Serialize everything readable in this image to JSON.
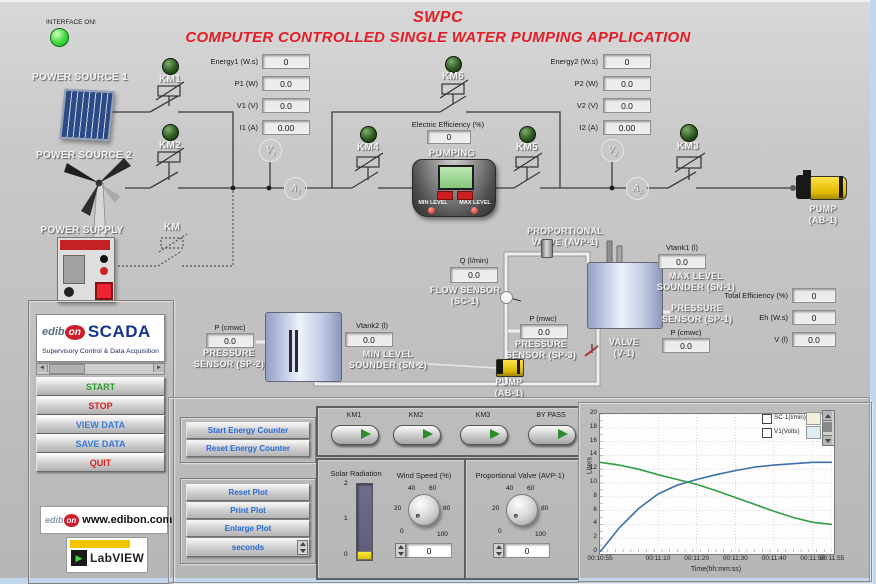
{
  "header": {
    "interface_led_label": "INTERFACE ON!",
    "title_short": "SWPC",
    "title_long": "COMPUTER CONTROLLED SINGLE WATER PUMPING APPLICATION"
  },
  "line1_meters": {
    "energy_label": "Energy1 (W.s)",
    "energy_value": "0",
    "p_label": "P1 (W)",
    "p_value": "0.0",
    "v_label": "V1 (V)",
    "v_value": "0.0",
    "i_label": "I1 (A)",
    "i_value": "0.00"
  },
  "line2_meters": {
    "energy_label": "Energy2 (W.s)",
    "energy_value": "0",
    "p_label": "P2 (W)",
    "p_value": "0.0",
    "v_label": "V2 (V)",
    "v_value": "0.0",
    "i_label": "I2 (A)",
    "i_value": "0.00"
  },
  "circuit": {
    "power_source_1": "POWER SOURCE 1",
    "power_source_2": "POWER SOURCE 2",
    "power_supply": "POWER SUPPLY",
    "km1": "KM1",
    "km2": "KM2",
    "km3": "KM3",
    "km4": "KM4",
    "km5": "KM5",
    "km6": "KM6",
    "km": "KM",
    "v1_meter": "V₁",
    "v2_meter": "V₂",
    "a1_meter": "A₁",
    "a2_meter": "A₂",
    "electric_efficiency_label": "Electric Efficiency (%)",
    "electric_efficiency_value": "0",
    "pumping_controller": "PUMPING CONTROLLER",
    "min_level": "MIN LEVEL",
    "max_level": "MAX LEVEL",
    "pump_right": "PUMP\n(AB-1)"
  },
  "process": {
    "proportional_valve": "PROPORTIONAL\nVALVE (AVP-1)",
    "vtank1_label": "Vtank1 (l)",
    "vtank1_value": "0.0",
    "max_level_sounder": "MAX LEVEL\nSOUNDER (SN-1)",
    "pressure_sp1": "PRESSURE\nSENSOR (SP-1)",
    "p_sp1_label": "P (cmwc)",
    "p_sp1_value": "0.0",
    "valve_v1": "VALVE\n(V-1)",
    "q_label": "Q (l/min)",
    "q_value": "0.0",
    "flow_sensor": "FLOW SENSOR\n(SC-1)",
    "p_sp3_label": "P (mwc)",
    "p_sp3_value": "0.0",
    "pressure_sp3": "PRESSURE\nSENSOR (SP-3)",
    "pump_bottom": "PUMP\n(AB-1)",
    "vtank2_label": "Vtank2 (l)",
    "vtank2_value": "0.0",
    "min_level_sounder": "MIN LEVEL\nSOUNDER (SN-2)",
    "p_sp2_label": "P (cmwc)",
    "p_sp2_value": "0.0",
    "pressure_sp2": "PRESSURE\nSENSOR (SP-2)",
    "total_efficiency_label": "Total Efficiency (%)",
    "total_efficiency_value": "0",
    "eh_label": "Eh (W.s)",
    "eh_value": "0",
    "v_label": "V (l)",
    "v_value": "0.0"
  },
  "sidebar": {
    "logo_prefix": "edib",
    "logo_on": "on",
    "logo_name": "SCADA",
    "logo_subtitle": "Supervisory Control & Data Acquisition",
    "start": "START",
    "stop": "STOP",
    "view_data": "VIEW DATA",
    "save_data": "SAVE DATA",
    "quit": "QUIT",
    "website": "www.edibon.com",
    "labview": "LabVIEW"
  },
  "controls": {
    "start_energy_counter": "Start Energy Counter",
    "reset_energy_counter": "Reset Energy Counter",
    "reset_plot": "Reset Plot",
    "print_plot": "Print Plot",
    "enlarge_plot": "Enlarge Plot",
    "time_unit": "seconds",
    "km1": "KM1",
    "km2": "KM2",
    "km3": "KM3",
    "bypass": "BY PASS",
    "solar_radiation_label": "Solar Radiation",
    "solar_ticks": [
      "2",
      "1",
      "0"
    ],
    "wind_speed_label": "Wind Speed (%)",
    "wind_speed_value": "0",
    "prop_valve_label": "Proportional Valve (AVP-1)",
    "prop_valve_value": "0",
    "knob_ticks": [
      "0",
      "20",
      "40",
      "60",
      "80",
      "100"
    ]
  },
  "colors": {
    "title_red": "#e31e26",
    "series_blue": "#3e6fa8",
    "series_green": "#2f9e44"
  },
  "chart_data": {
    "type": "line",
    "title": "",
    "ylabel": "Liters",
    "xlabel": "Time(hh:mm:ss)",
    "ylim": [
      0,
      20
    ],
    "ytick_step": 2,
    "x_range_seconds": [
      0,
      60
    ],
    "x_ticks": [
      {
        "t": 0,
        "label": "00:10:55"
      },
      {
        "t": 15,
        "label": "00:11:10"
      },
      {
        "t": 25,
        "label": "00:11:20"
      },
      {
        "t": 35,
        "label": "00:11:30"
      },
      {
        "t": 45,
        "label": "00:11:40"
      },
      {
        "t": 55,
        "label": "00:11:50"
      },
      {
        "t": 60,
        "label": "00:11:55"
      }
    ],
    "grid": true,
    "legend_position": "top-right",
    "legend": [
      {
        "label": "SC-1(l/min)",
        "swatch": "#f2efda"
      },
      {
        "label": "V1(Volts)",
        "swatch": "#dcecf2"
      }
    ],
    "series": [
      {
        "name": "V1(Volts)",
        "color": "#3e6fa8",
        "x": [
          0,
          5,
          10,
          15,
          20,
          25,
          30,
          35,
          40,
          45,
          50,
          55,
          60
        ],
        "values": [
          0,
          3.5,
          6.3,
          8.4,
          9.7,
          10.5,
          11.2,
          11.8,
          12.3,
          12.6,
          12.8,
          13,
          13
        ]
      },
      {
        "name": "SC-1(l/min)",
        "color": "#2f9e44",
        "x": [
          0,
          5,
          10,
          15,
          20,
          25,
          30,
          35,
          40,
          45,
          50,
          55,
          60
        ],
        "values": [
          13,
          12.6,
          12.0,
          11.2,
          10.5,
          9.8,
          8.9,
          7.9,
          6.9,
          5.9,
          5.0,
          4.3,
          4.0
        ]
      }
    ]
  }
}
